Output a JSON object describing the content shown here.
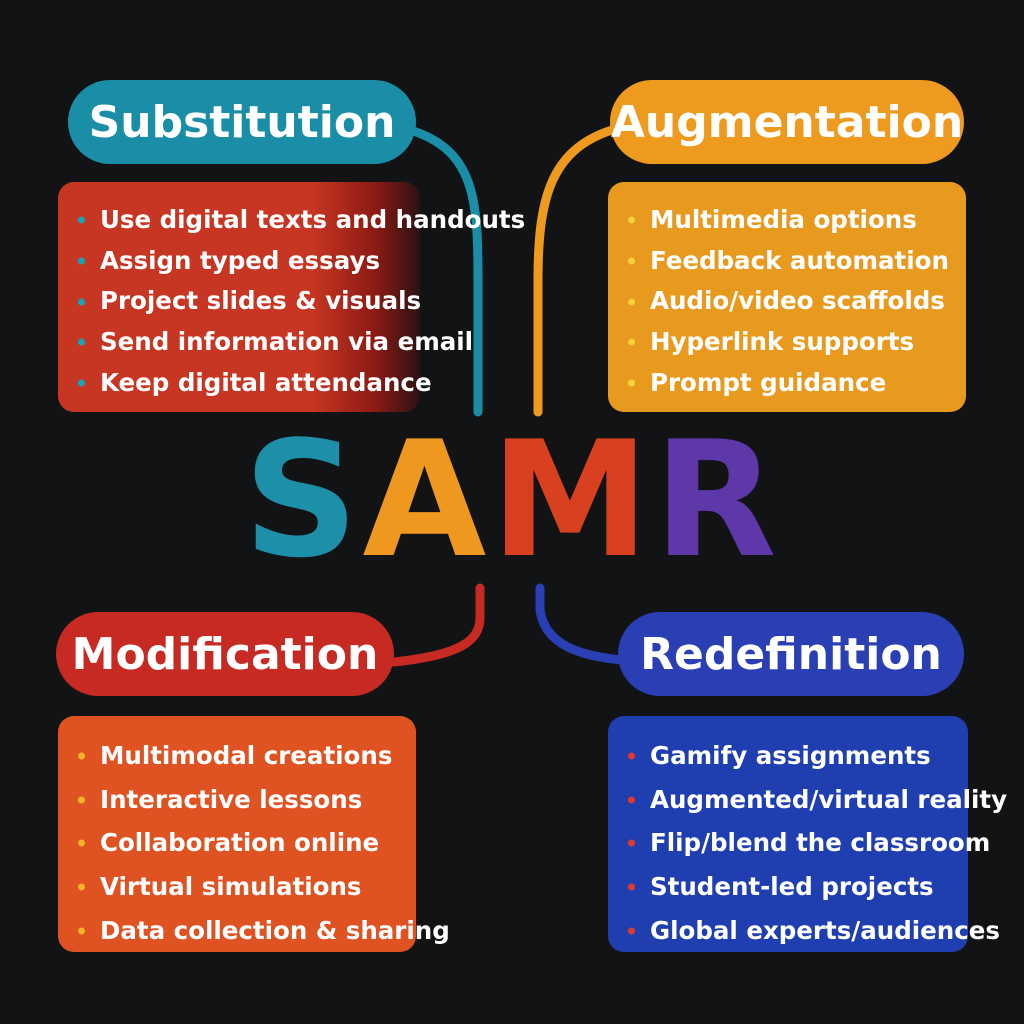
{
  "title_letters": [
    "S",
    "A",
    "M",
    "R"
  ],
  "colors": {
    "background": "#111315",
    "substitution": "#1a8ea6",
    "augmentation": "#ee9a1e",
    "modification": "#c72a22",
    "redefinition": "#2b3fb4"
  },
  "quadrants": {
    "substitution": {
      "label": "Substitution",
      "items": [
        "Use digital texts and handouts",
        "Assign typed essays",
        "Project slides & visuals",
        "Send information via email",
        "Keep digital attendance"
      ]
    },
    "augmentation": {
      "label": "Augmentation",
      "items": [
        "Multimedia options",
        "Feedback automation",
        "Audio/video scaffolds",
        "Hyperlink supports",
        "Prompt guidance"
      ]
    },
    "modification": {
      "label": "Modification",
      "items": [
        "Multimodal creations",
        "Interactive lessons",
        "Collaboration online",
        "Virtual simulations",
        "Data collection & sharing"
      ]
    },
    "redefinition": {
      "label": "Redefinition",
      "items": [
        "Gamify assignments",
        "Augmented/virtual reality",
        "Flip/blend the classroom",
        "Student-led projects",
        "Global experts/audiences"
      ]
    }
  }
}
